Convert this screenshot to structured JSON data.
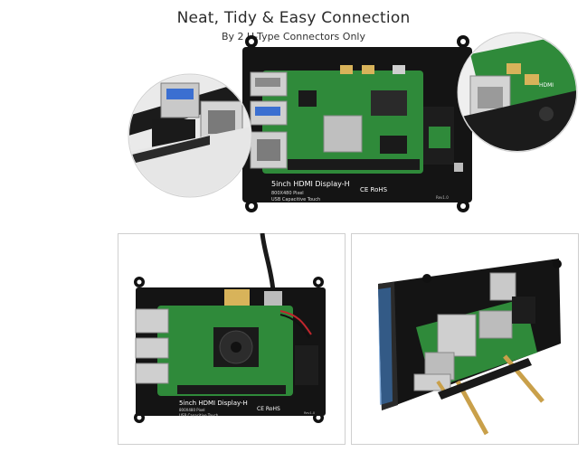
{
  "header": {
    "title": "Neat, Tidy & Easy Connection",
    "subtitle": "By 2 U-Type Connectors Only"
  },
  "top_display": {
    "board_name": "5inch HDMI Display-H",
    "resolution": "800X480 Pixel",
    "touch": "USB Capacitive Touch",
    "certs": "CE RoHS",
    "revision": "Rev1.0",
    "hdmi_label": "HDMI"
  },
  "bottom_left_display": {
    "board_name": "5inch HDMI Display-H",
    "resolution": "800X480 Pixel",
    "touch": "USB Capacitive Touch",
    "certs": "CE RoHS",
    "revision": "Rev1.0"
  },
  "colors": {
    "screen": "#111111",
    "pcb": "#2f8a3a",
    "pcb_dark": "#1f6b2a",
    "metal": "#c9c9c9",
    "gold": "#c9a04a"
  }
}
